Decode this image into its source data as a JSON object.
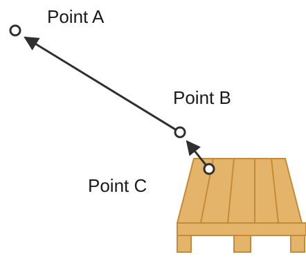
{
  "points": {
    "a": {
      "label": "Point A"
    },
    "b": {
      "label": "Point B"
    },
    "c": {
      "label": "Point C"
    }
  },
  "colors": {
    "line": "#2f2f2f",
    "point_fill": "#ffffff",
    "pallet_fill": "#e3b46a",
    "pallet_stroke": "#c58a35"
  },
  "icons": {
    "pallet": "wooden-pallet-icon"
  }
}
